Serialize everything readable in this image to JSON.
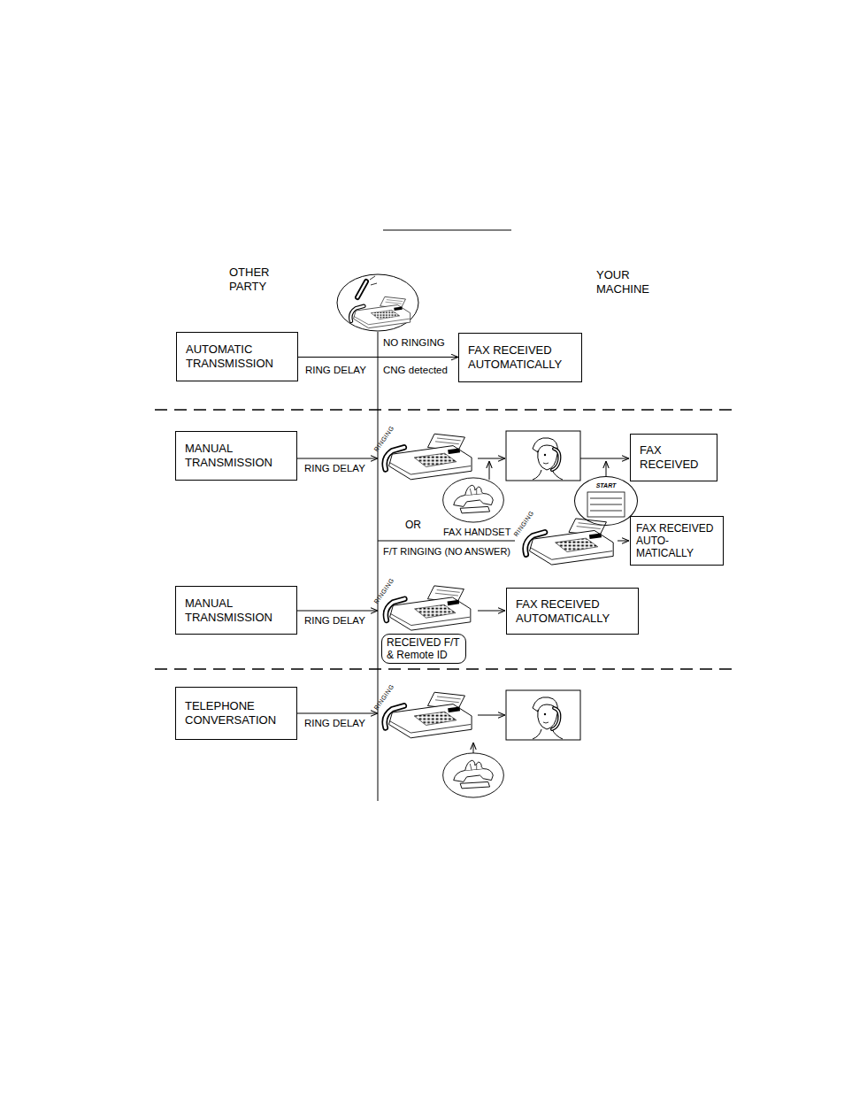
{
  "diagram": {
    "nodes": [
      {
        "text": [
          "AUTOMATIC TRANSMISSION"
        ]
      },
      {
        "text": [
          "FAX RECEIVED AUTOMATICALLY"
        ]
      },
      {
        "text": [
          "MANUAL TRANSMISSION"
        ]
      },
      {
        "text": [
          "FAX RECEIVED"
        ]
      },
      {
        "text": [
          "START"
        ]
      },
      {
        "text": [
          "FAX RECEIVED AUTO- MATICALLY"
        ]
      },
      {
        "text": [
          "MANUAL TRANSMISSION"
        ]
      },
      {
        "text": [
          "FAX RECEIVED AUTOMATICALLY"
        ]
      },
      {
        "text": [
          "RECEIVED F/T & Remote ID"
        ]
      },
      {
        "text": [
          "TELEPHONE CONVERSATION"
        ]
      }
    ],
    "edges": [
      {
        "from": 0,
        "to": 1,
        "arrow": "to",
        "label": "RING DELAY"
      }
    ],
    "labels": [
      "OTHER PARTY",
      "YOUR MACHINE",
      "NO RINGING",
      "CNG detected",
      "RING DELAY",
      "RINGING",
      "OR",
      "FAX HANDSET",
      "F/T RINGING (NO ANSWER)",
      "RINGING",
      "RING DELAY",
      "RINGING",
      "RING DELAY",
      "RINGING"
    ]
  }
}
